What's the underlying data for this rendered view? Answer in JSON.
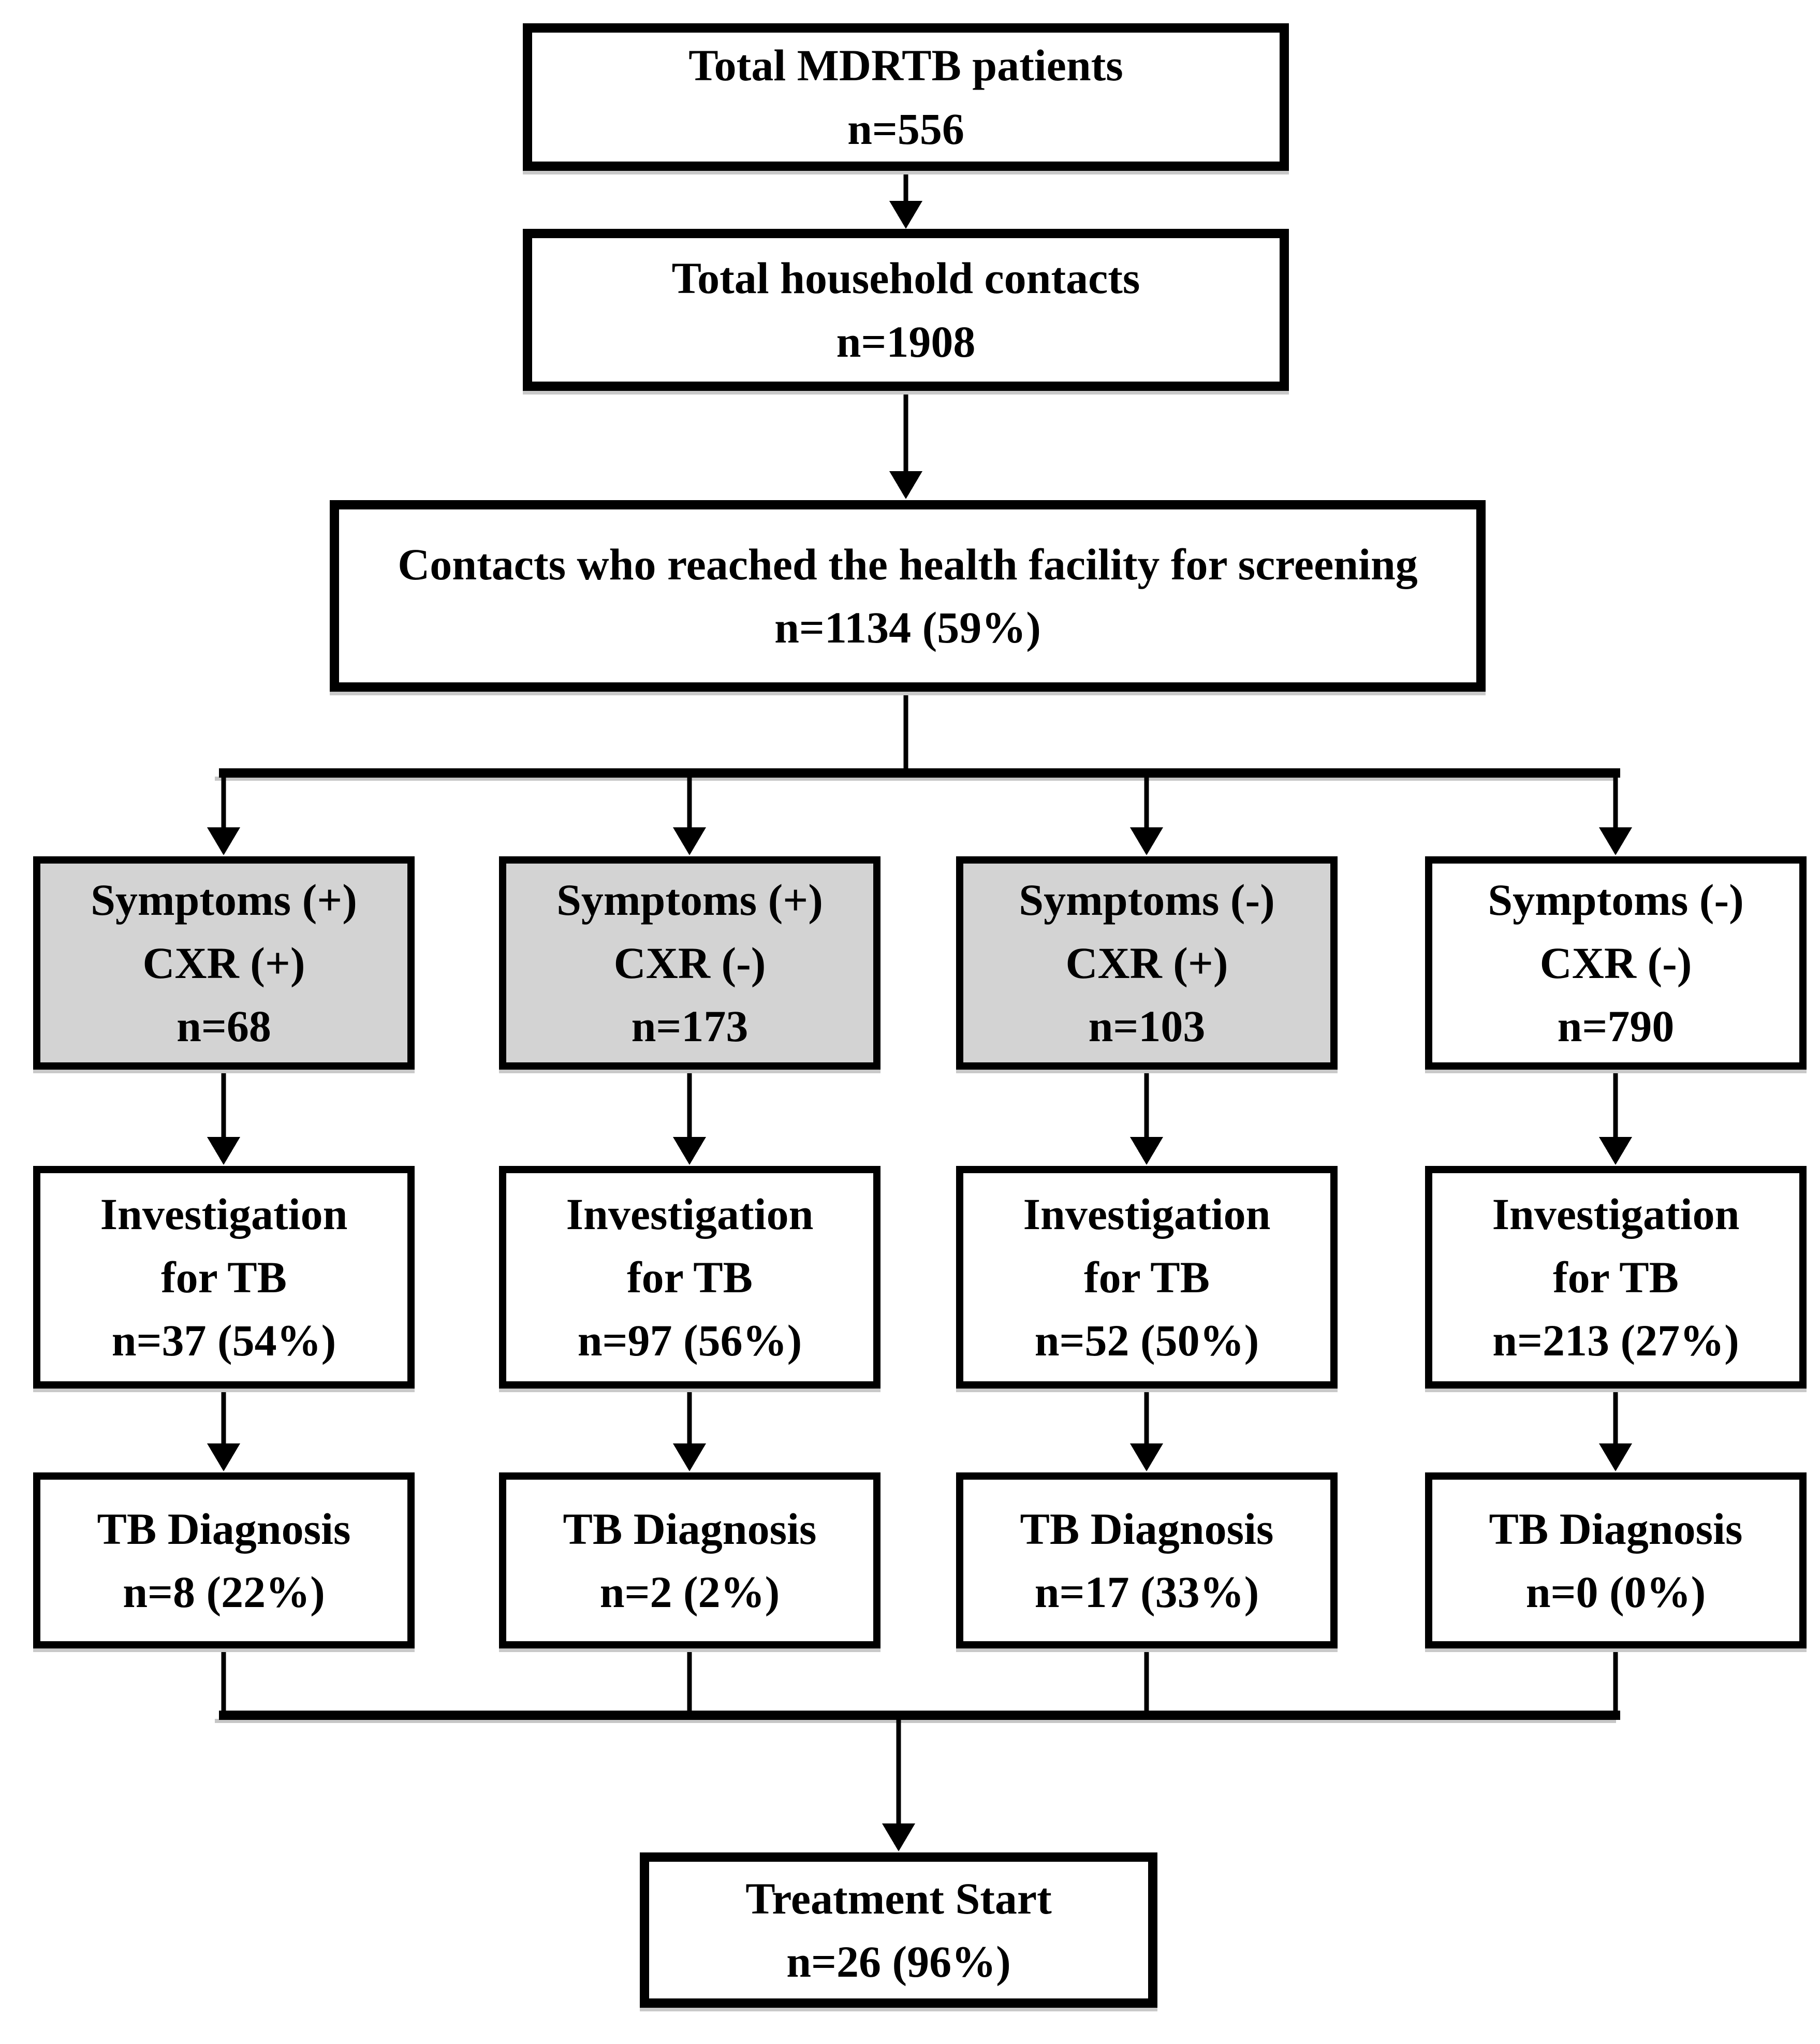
{
  "colors": {
    "shaded_fill": "#d3d3d3",
    "box_fill": "#ffffff",
    "line": "#000000"
  },
  "flow": {
    "total_patients": {
      "title": "Total MDRTB patients",
      "n": "n=556"
    },
    "household_contacts": {
      "title": "Total household contacts",
      "n": "n=1908"
    },
    "reached_facility": {
      "title": "Contacts who reached the health facility for screening",
      "n": "n=1134 (59%)"
    },
    "treatment_start": {
      "title": "Treatment Start",
      "n": "n=26 (96%)"
    }
  },
  "branches": [
    {
      "symptoms": "Symptoms (+)",
      "cxr": "CXR (+)",
      "n": "n=68",
      "shaded": true,
      "investigation": {
        "l1": "Investigation",
        "l2": "for TB",
        "n": "n=37 (54%)"
      },
      "diagnosis": {
        "l1": "TB Diagnosis",
        "n": "n=8 (22%)"
      }
    },
    {
      "symptoms": "Symptoms (+)",
      "cxr": "CXR (-)",
      "n": "n=173",
      "shaded": true,
      "investigation": {
        "l1": "Investigation",
        "l2": "for TB",
        "n": "n=97 (56%)"
      },
      "diagnosis": {
        "l1": "TB Diagnosis",
        "n": "n=2 (2%)"
      }
    },
    {
      "symptoms": "Symptoms (-)",
      "cxr": "CXR (+)",
      "n": "n=103",
      "shaded": true,
      "investigation": {
        "l1": "Investigation",
        "l2": "for TB",
        "n": "n=52 (50%)"
      },
      "diagnosis": {
        "l1": "TB Diagnosis",
        "n": "n=17 (33%)"
      }
    },
    {
      "symptoms": "Symptoms (-)",
      "cxr": "CXR (-)",
      "n": "n=790",
      "shaded": false,
      "investigation": {
        "l1": "Investigation",
        "l2": "for TB",
        "n": "n=213 (27%)"
      },
      "diagnosis": {
        "l1": "TB Diagnosis",
        "n": "n=0 (0%)"
      }
    }
  ]
}
